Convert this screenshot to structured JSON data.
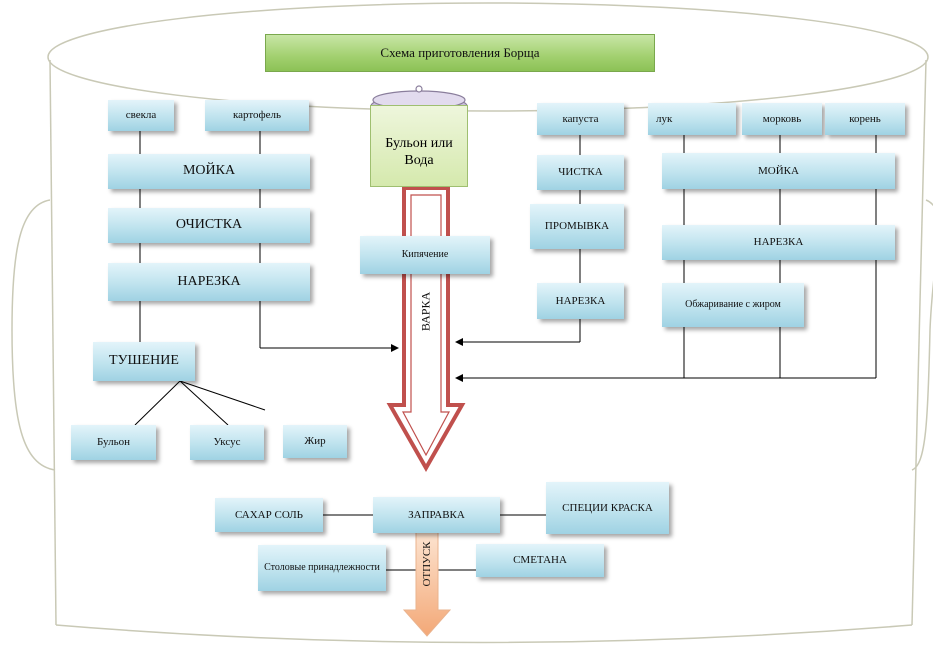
{
  "title": "Схема приготовления Борща",
  "pot": {
    "label": "Бульон или Вода"
  },
  "left_branch": {
    "inputs": [
      "свекла",
      "картофель"
    ],
    "steps": [
      "МОЙКА",
      "ОЧИСТКА",
      "НАРЕЗКА",
      "ТУШЕНИЕ"
    ],
    "stew_inputs": [
      "Бульон",
      "Уксус",
      "Жир"
    ]
  },
  "center": {
    "boil": "Кипячение",
    "main_arrow": "ВАРКА"
  },
  "cabbage_branch": {
    "input": "капуста",
    "steps": [
      "ЧИСТКА",
      "ПРОМЫВКА",
      "НАРЕЗКА"
    ]
  },
  "right_branch": {
    "inputs": [
      "лук",
      "морковь",
      "корень"
    ],
    "steps": [
      "МОЙКА",
      "НАРЕЗКА",
      "Обжаривание с жиром"
    ]
  },
  "seasoning": {
    "center": "ЗАПРАВКА",
    "left": "САХАР СОЛЬ",
    "right": "СПЕЦИИ КРАСКА"
  },
  "serving": {
    "arrow": "ОТПУСК",
    "left": "Столовые принадлежности",
    "right": "СМЕТАНА"
  },
  "colors": {
    "box_fill": "#bfe3ee",
    "title_fill": "#a2d06f",
    "pot_fill": "#d5e9ad",
    "main_arrow_stroke": "#c0504d",
    "serving_arrow_fill": "#f6c8a6"
  }
}
